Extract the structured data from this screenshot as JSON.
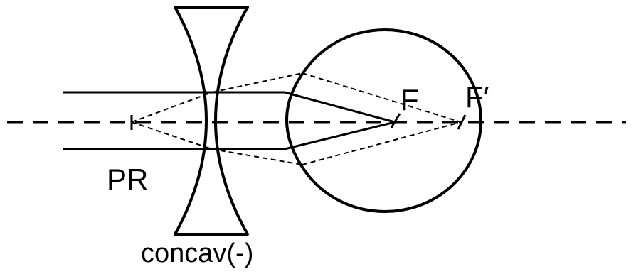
{
  "labels": {
    "focal_point": "F",
    "focal_point_prime": "F′",
    "far_point": "PR",
    "lens": "concav(-)"
  },
  "colors": {
    "stroke": "#000000",
    "background": "#ffffff"
  }
}
